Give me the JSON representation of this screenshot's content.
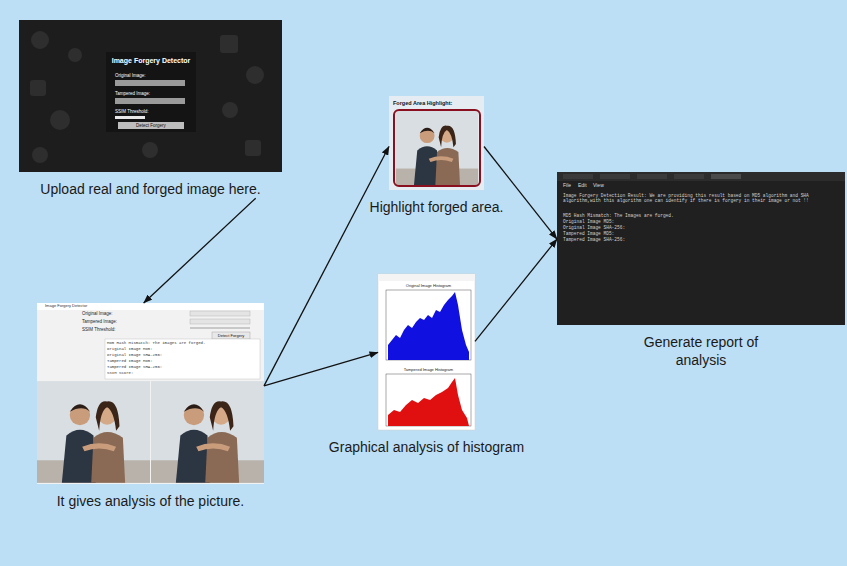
{
  "diagram": {
    "nodes": [
      {
        "text": [
          "Upload real and forged image here."
        ]
      },
      {
        "text": [
          "It gives analysis of the picture."
        ]
      },
      {
        "text": [
          "Highlight forged area."
        ]
      },
      {
        "text": [
          "Graphical analysis of histogram"
        ]
      },
      {
        "text": [
          "Generate report of analysis"
        ]
      }
    ],
    "edges": [
      {
        "from": 0,
        "to": 1,
        "arrow": "to"
      },
      {
        "from": 1,
        "to": 2,
        "arrow": "to"
      },
      {
        "from": 1,
        "to": 3,
        "arrow": "to"
      },
      {
        "from": 2,
        "to": 4,
        "arrow": "to"
      },
      {
        "from": 3,
        "to": 4,
        "arrow": "to"
      }
    ],
    "labels": [
      "Image Forgery Detector",
      "Original Image:",
      "Tampered Image:",
      "SSIM Threshold:",
      "Detect Forgery",
      "Image Forgery Detector",
      "Original Image:",
      "Tampered Image:",
      "SSIM Threshold:",
      "Detect Forgery",
      "MD5 Hash Mismatch: The images are forged.",
      "Original Image MD5:",
      "Original Image SHA-256:",
      "Tampered Image MD5:",
      "Tampered Image SHA-256:",
      "SSIM Score:",
      "Forged Area Highlight:",
      "Original Image Histogram",
      "Tampered Image Histogram",
      "File",
      "Edit",
      "View",
      "Image Forgery Detection Result: We are providing this result based on MD5 algorithm and SHA algorithm,with this algorithm one can identify if there is forgery in their image or not !!",
      "MD5 Hash Mismatch: The Images are forged.",
      "Original Image MD5:",
      "Original Image SHA-256:",
      "Tampered Image MD5:",
      "Tampered Image SHA-256:"
    ]
  }
}
